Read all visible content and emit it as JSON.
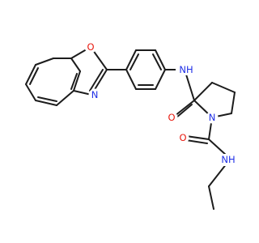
{
  "colors": {
    "bond": "#1c1c1c",
    "oxygen": "#e8190f",
    "nitrogen": "#1f2fe6",
    "background": "#ffffff"
  },
  "atom_labels": {
    "benzoxazole_o": "O",
    "benzoxazole_n": "N",
    "amide_nh": "NH",
    "amide_o": "O",
    "pyrrolidine_n": "N",
    "urea_o": "O",
    "urea_nh": "NH"
  }
}
